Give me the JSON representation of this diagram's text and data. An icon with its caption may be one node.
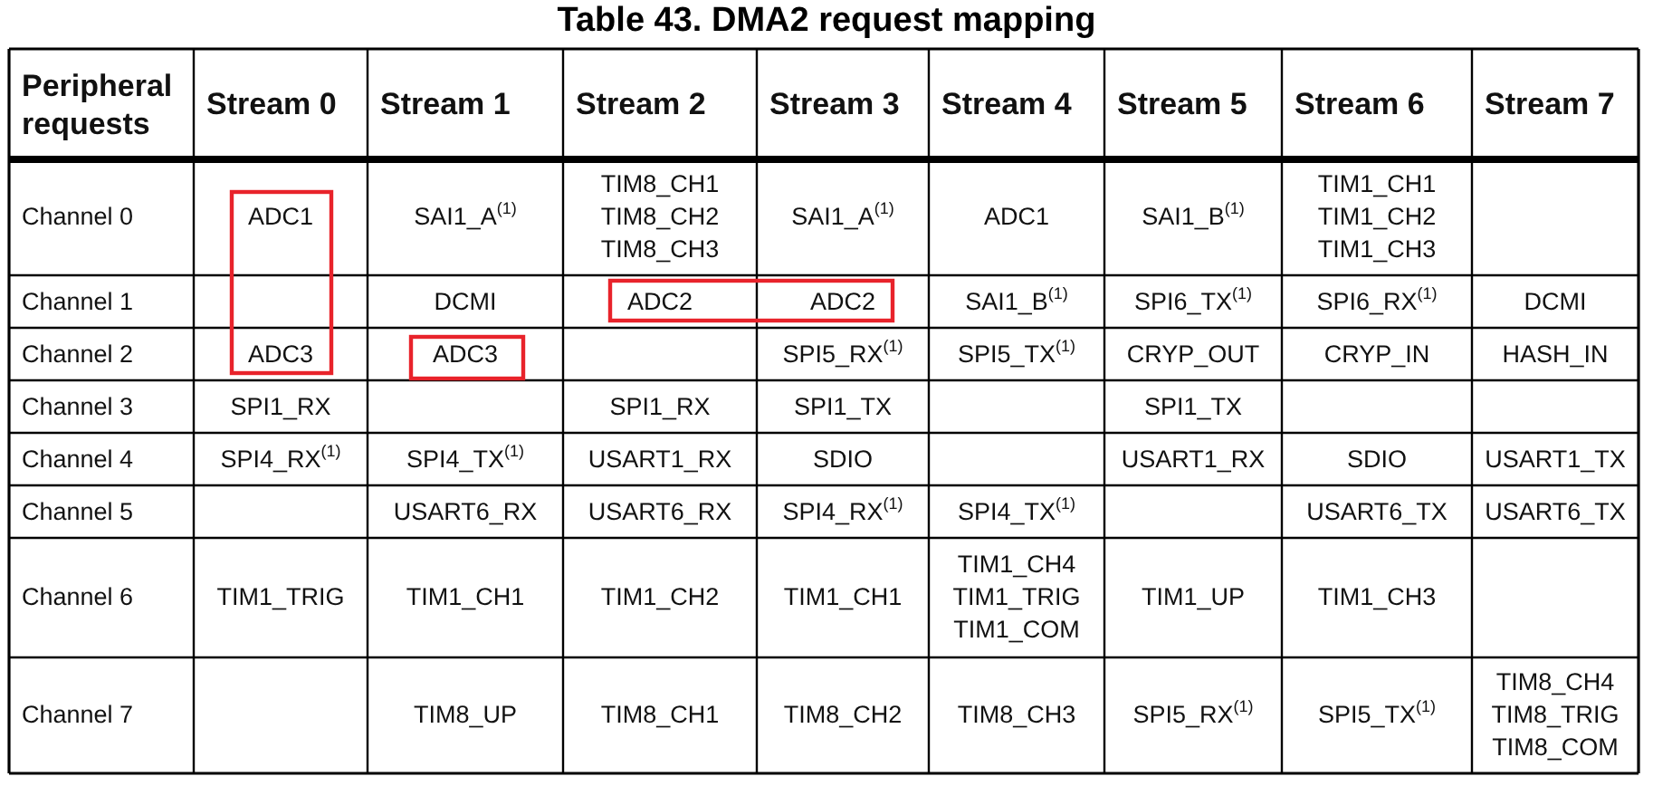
{
  "diagram": {
    "title": "Table 43. DMA2 request mapping",
    "labels": [
      "Peripheral requests",
      "Stream 0",
      "Stream 1",
      "Stream 2",
      "Stream 3",
      "Stream 4",
      "Stream 5",
      "Stream 6",
      "Stream 7",
      "Channel 0",
      "ADC1",
      "SAI1_A$^{(1)}$",
      "TIM8_CH1 TIM8_CH2 TIM8_CH3",
      "SAI1_A$^{(1)}$",
      "ADC1",
      "SAI1_B$^{(1)}$",
      "TIM1_CH1 TIM1_CH2 TIM1_CH3",
      "Channel 1",
      "DCMI",
      "ADC2",
      "ADC2",
      "SAI1_B$^{(1)}$",
      "SPI6_TX$^{(1)}$",
      "SPI6_RX$^{(1)}$",
      "DCMI",
      "Channel 2",
      "ADC3",
      "ADC3",
      "SPI5_RX$^{(1)}$",
      "SPI5_TX$^{(1)}$",
      "CRYP_OUT",
      "CRYP_IN",
      "HASH_IN",
      "Channel 3",
      "SPI1_RX",
      "SPI1_RX",
      "SPI1_TX",
      "SPI1_TX",
      "Channel 4",
      "SPI4_RX$^{(1)}$",
      "SPI4_TX$^{(1)}$",
      "USART1_RX",
      "SDIO",
      "USART1_RX",
      "SDIO",
      "USART1_TX",
      "Channel 5",
      "USART6_RX",
      "USART6_RX",
      "SPI4_RX$^{(1)}$",
      "SPI4_TX$^{(1)}$",
      "USART6_TX",
      "USART6_TX",
      "Channel 6",
      "TIM1_TRIG",
      "TIM1_CH1",
      "TIM1_CH2",
      "TIM1_CH1",
      "TIM1_CH4 TIM1_TRIG TIM1_COM",
      "TIM1_UP",
      "TIM1_CH3",
      "Channel 7",
      "TIM8_UP",
      "TIM8_CH1",
      "TIM8_CH2",
      "TIM8_CH3",
      "SPI5_RX$^{(1)}$",
      "SPI5_TX$^{(1)}$",
      "TIM8_CH4 TIM8_TRIG TIM8_COM"
    ]
  }
}
